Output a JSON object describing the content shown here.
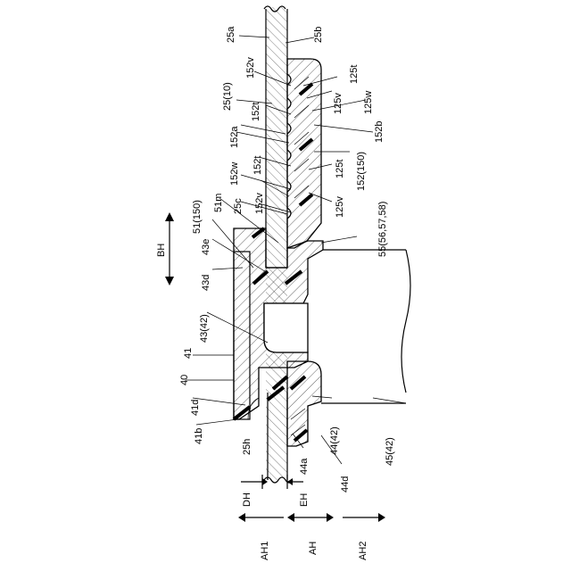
{
  "labels": {
    "l25a": "25a",
    "l25b": "25b",
    "l152v_1": "152v",
    "l25_10": "25(10)",
    "l125v_1": "125v",
    "l125t_1": "125t",
    "l152t_1": "152t",
    "l125w": "125w",
    "l152a_1": "152a",
    "l152b": "152b",
    "l152a_2": "152a",
    "l152t_2": "152t",
    "l152_150": "152(150)",
    "l152w": "152w",
    "l125t_2": "125t",
    "l152t_3": "152t",
    "l51m": "51m",
    "l25c": "25c",
    "l152v_2": "152v",
    "l125v_2": "125v",
    "l51_150": "51(150)",
    "l43e": "43e",
    "l55": "55(56,57,58)",
    "lBH": "BH",
    "l43d": "43d",
    "l43_42": "43(42)",
    "l41": "41",
    "l40": "40",
    "l41d": "41d",
    "l41b": "41b",
    "l25h": "25h",
    "l44a": "44a",
    "l44_42": "44(42)",
    "l44d": "44d",
    "l45_42": "45(42)",
    "lDH": "DH",
    "lEH": "EH",
    "lAH1": "AH1",
    "lAH": "AH",
    "lAH2": "AH2"
  }
}
